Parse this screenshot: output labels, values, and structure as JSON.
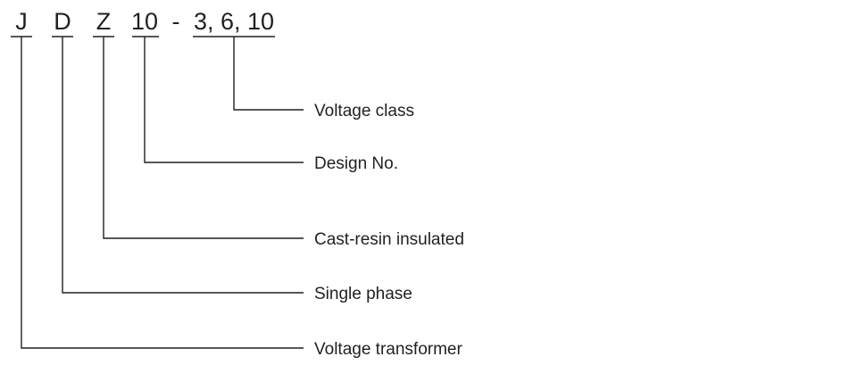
{
  "code": {
    "parts": [
      "J",
      "D",
      "Z",
      "10",
      "-",
      "3, 6, 10"
    ]
  },
  "legend": {
    "items": [
      "Voltage class",
      "Design No.",
      "Cast-resin insulated",
      "Single phase",
      "Voltage transformer"
    ]
  },
  "colors": {
    "ink": "#231f20",
    "background": "#ffffff"
  }
}
